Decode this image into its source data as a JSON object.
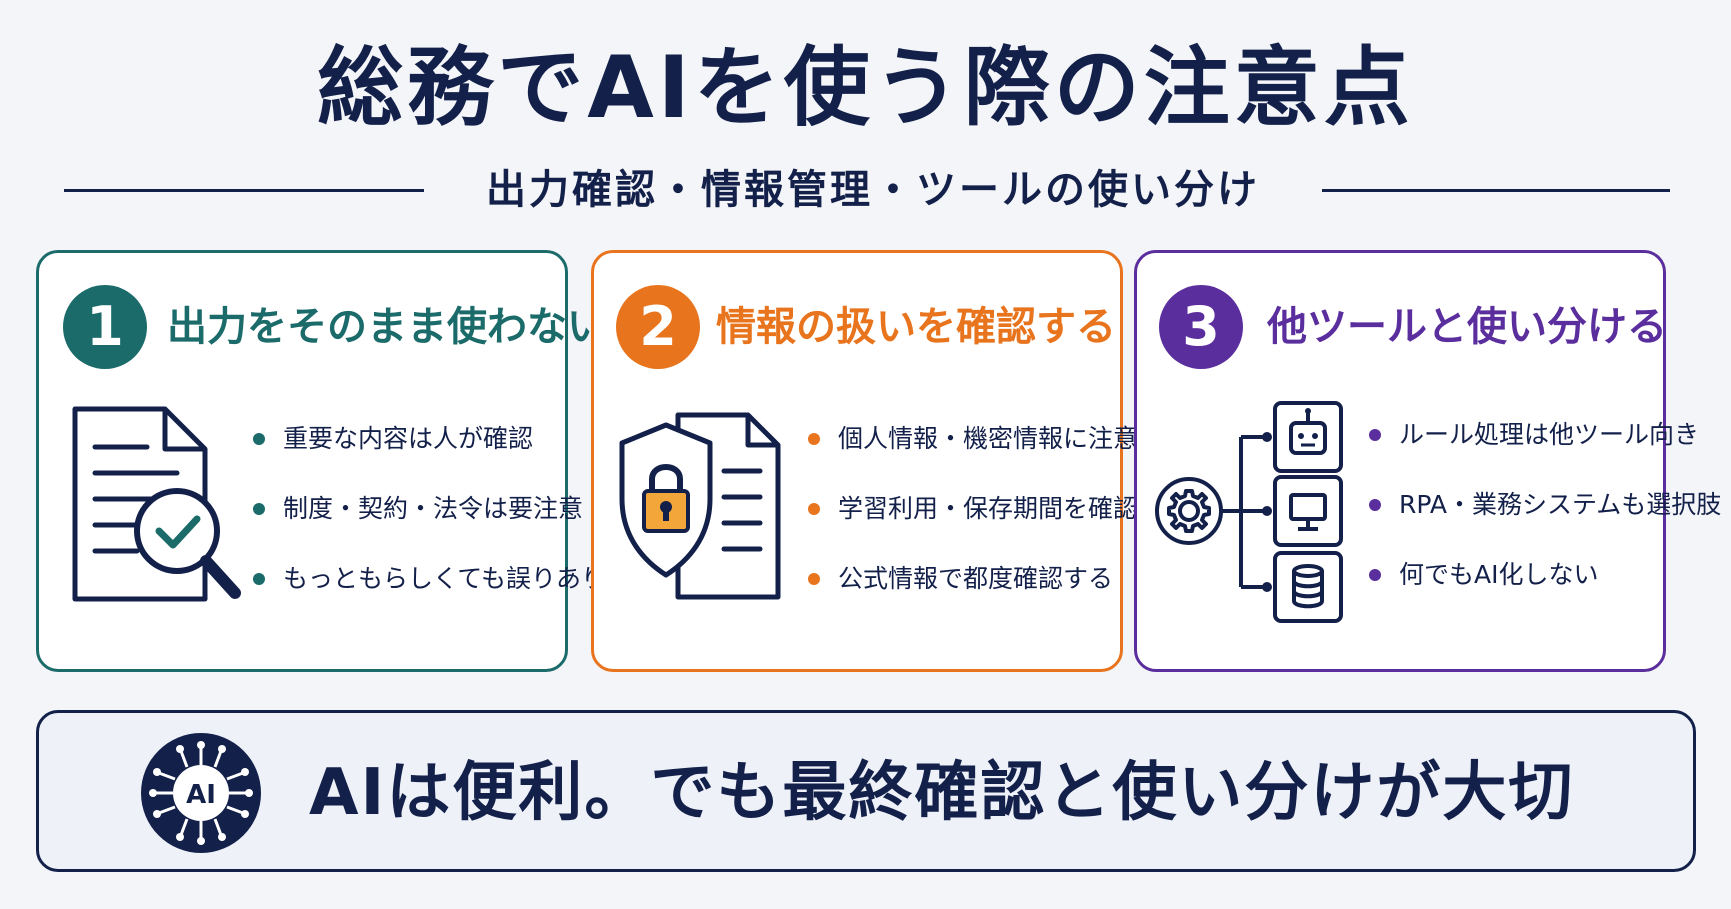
{
  "title": "総務でAIを使う際の注意点",
  "subtitle": "出力確認・情報管理・ツールの使い分け",
  "cards": [
    {
      "number": "1",
      "heading": "出力をそのまま使わない",
      "color": "#1b6b6a",
      "icon": "document-magnifier-check-icon",
      "bullets": [
        "重要な内容は人が確認",
        "制度・契約・法令は要注意",
        "もっともらしくても誤りあり"
      ]
    },
    {
      "number": "2",
      "heading": "情報の扱いを確認する",
      "color": "#e8741d",
      "icon": "shield-lock-document-icon",
      "bullets": [
        "個人情報・機密情報に注意",
        "学習利用・保存期間を確認",
        "公式情報で都度確認する"
      ]
    },
    {
      "number": "3",
      "heading": "他ツールと使い分ける",
      "color": "#5b2e9e",
      "icon": "gear-tools-tree-icon",
      "bullets": [
        "ルール処理は他ツール向き",
        "RPA・業務システムも選択肢",
        "何でもAI化しない"
      ]
    }
  ],
  "bottom": {
    "badge_label": "AI",
    "message": "AIは便利。でも最終確認と使い分けが大切"
  }
}
